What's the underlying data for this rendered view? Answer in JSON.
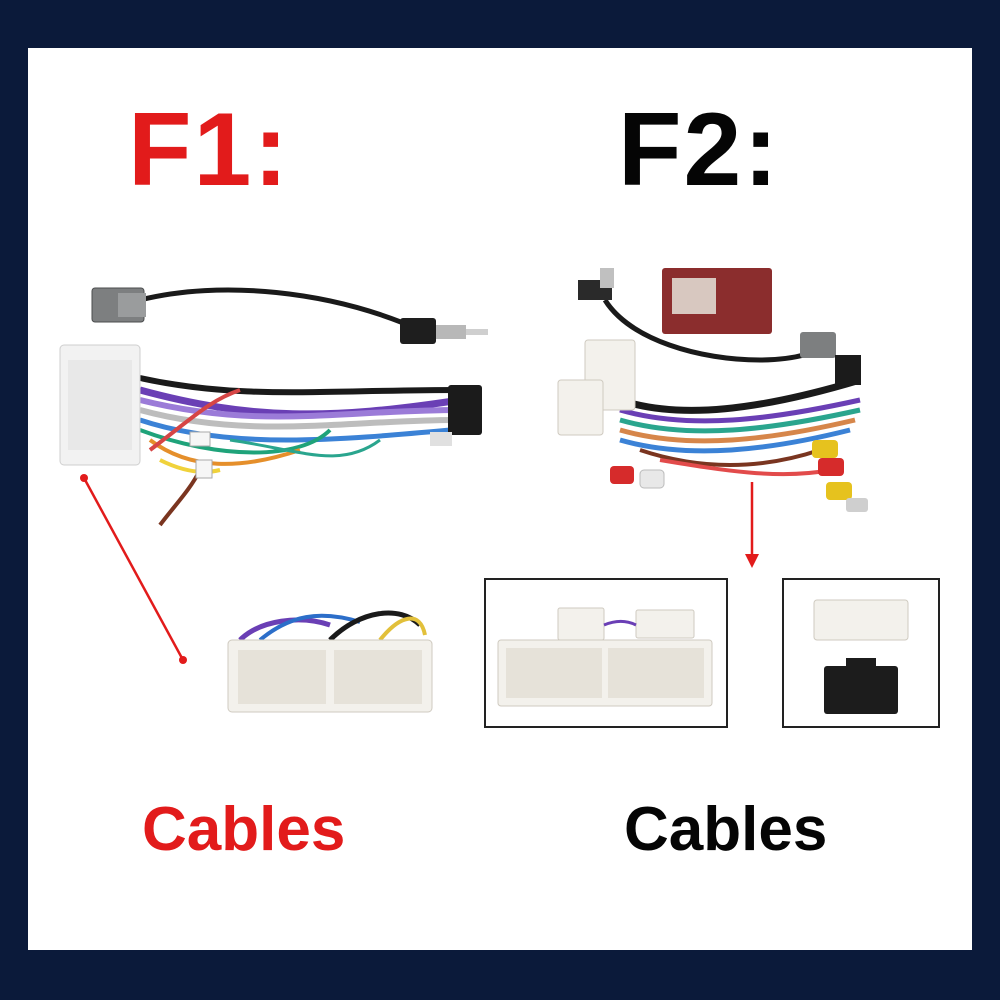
{
  "left_panel": {
    "title": "F1:",
    "caption": "Cables"
  },
  "right_panel": {
    "title": "F2:",
    "caption": "Cables"
  },
  "colors": {
    "background": "#0b1a3a",
    "panel": "#ffffff",
    "accent_red": "#e21b1b",
    "text_dark": "#050505"
  }
}
